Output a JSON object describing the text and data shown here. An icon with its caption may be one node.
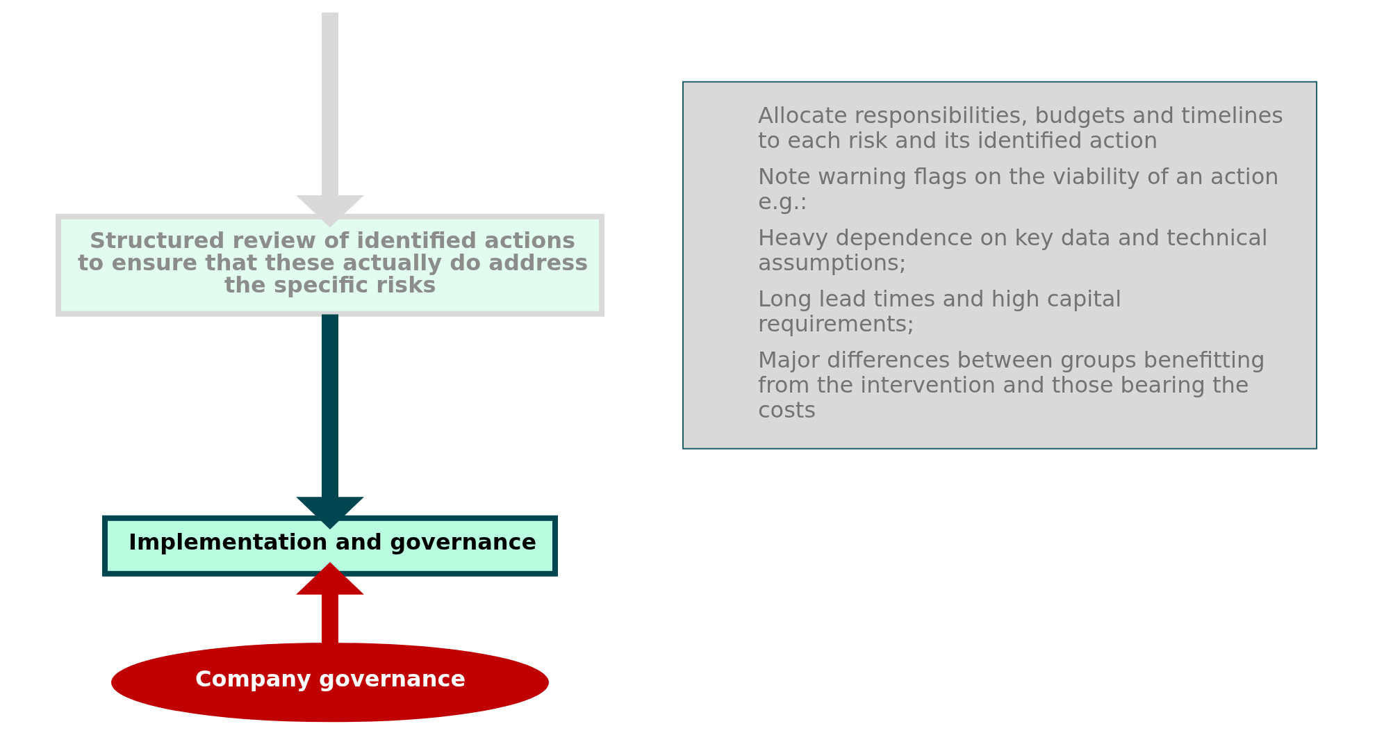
{
  "diagram": {
    "nodes": [
      {
        "text": [
          "Structured review of identified actions to ensure that these actually do address the specific risks"
        ]
      },
      {
        "text": [
          "Implementation and governance"
        ]
      },
      {
        "text": [
          "Company governance"
        ]
      },
      {
        "text": [
          "Allocate responsibilities, budgets and timelines to each risk and its identified action",
          "Note warning flags on the viability of an action e.g.:",
          "Heavy dependence on key data and technical assumptions;",
          "Long lead times and high capital requirements;",
          "Major differences between groups benefitting from the intervention and those bearing the costs"
        ]
      }
    ],
    "edges": [
      {
        "from": null,
        "to": 0,
        "arrow": "to",
        "color": "#d9d9d9"
      },
      {
        "from": 0,
        "to": 1,
        "arrow": "to",
        "color": "#004651"
      },
      {
        "from": 2,
        "to": 1,
        "arrow": "to",
        "color": "#c00000"
      }
    ]
  }
}
